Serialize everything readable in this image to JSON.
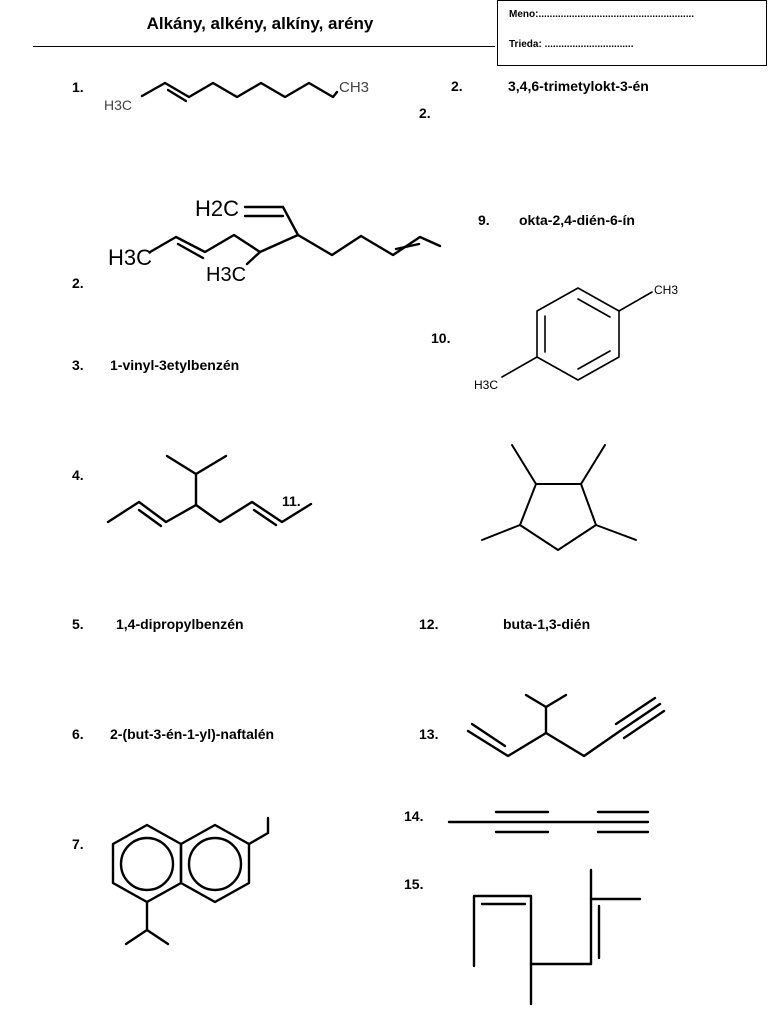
{
  "header": {
    "title": "Alkány, alkény, alkíny, arény",
    "name_field": "Meno:........................................................",
    "class_field": "Trieda: ................................"
  },
  "items": [
    {
      "number": "1."
    },
    {
      "number": "2.",
      "text": "3,4,6-trimetylokt-3-én"
    },
    {
      "number": "2."
    },
    {
      "number": "2."
    },
    {
      "number": "9.",
      "text": "okta-2,4-dién-6-ín"
    },
    {
      "number": "3.",
      "text": "1-vinyl-3etylbenzén"
    },
    {
      "number": "10."
    },
    {
      "number": "4."
    },
    {
      "number": "11."
    },
    {
      "number": "5.",
      "text": "1,4-dipropylbenzén"
    },
    {
      "number": "12.",
      "text": "buta-1,3-dién"
    },
    {
      "number": "6.",
      "text": "2-(but-3-én-1-yl)-naftalén"
    },
    {
      "number": "13."
    },
    {
      "number": "14."
    },
    {
      "number": "7."
    },
    {
      "number": "15."
    }
  ],
  "structure_labels": {
    "s1_left": "H3C",
    "s1_right": "CH3",
    "s2_h2c": "H2C",
    "s2_h3c_left": "H3C",
    "s2_h3c_mid": "H3C",
    "s10_ch3": "CH3",
    "s10_h3c": "H3C"
  }
}
